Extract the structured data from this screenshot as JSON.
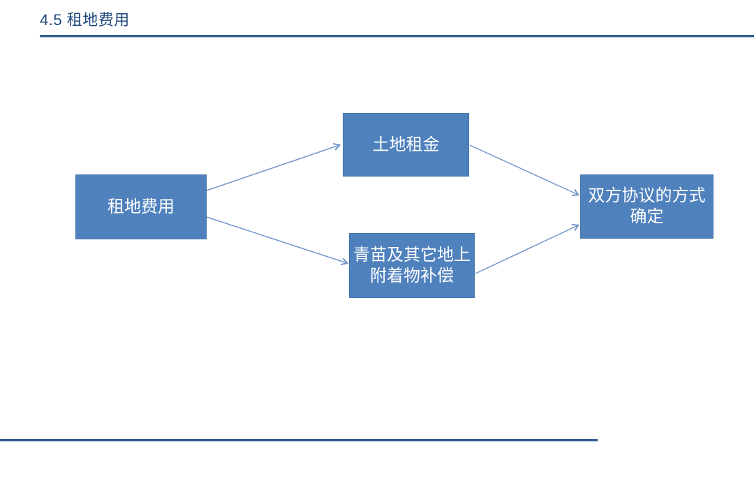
{
  "slide": {
    "title": "4.5 租地费用"
  },
  "colors": {
    "title_text": "#1f497d",
    "rule_dark": "#365f91",
    "rule_light": "#b0c4de",
    "node_fill": "#4f81bd",
    "node_border": "#4374ab",
    "node_text": "#ffffff",
    "connector": "#7396c8",
    "slide_bg": "#ffffff"
  },
  "diagram": {
    "nodes": [
      {
        "id": "root",
        "label": "租地费用"
      },
      {
        "id": "land-rent",
        "label": "土地租金"
      },
      {
        "id": "crops-compensation",
        "label": "青苗及其它地上附着物补偿"
      },
      {
        "id": "agreement",
        "label": "双方协议的方式确定"
      }
    ],
    "edges": [
      {
        "from": "root",
        "to": "land-rent"
      },
      {
        "from": "root",
        "to": "crops-compensation"
      },
      {
        "from": "land-rent",
        "to": "agreement"
      },
      {
        "from": "crops-compensation",
        "to": "agreement"
      }
    ]
  }
}
